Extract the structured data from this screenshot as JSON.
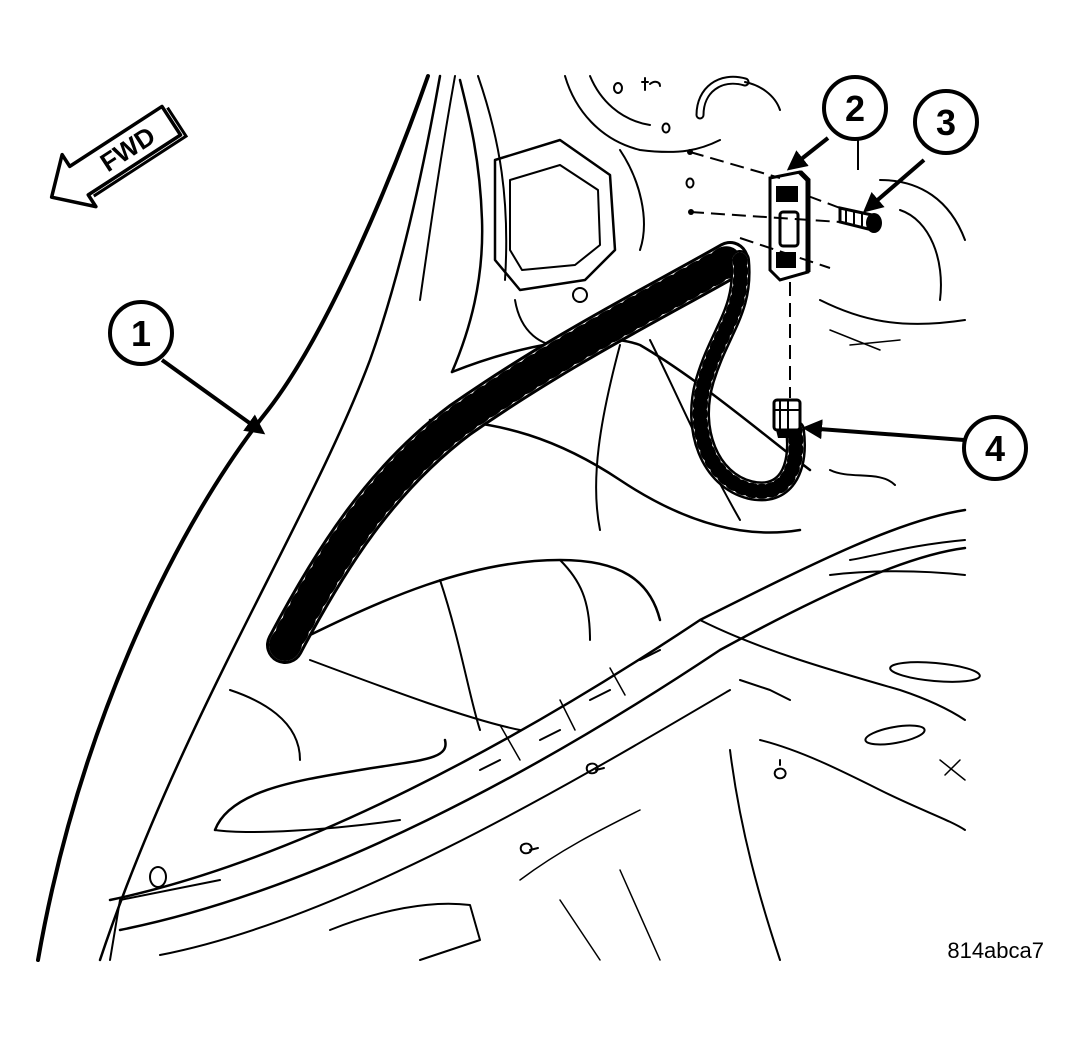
{
  "direction_arrow": {
    "label": "FWD"
  },
  "callouts": [
    {
      "number": "1"
    },
    {
      "number": "2"
    },
    {
      "number": "3"
    },
    {
      "number": "4"
    }
  ],
  "figure_code": "814abca7",
  "colors": {
    "ink": "#000000",
    "paper": "#ffffff"
  }
}
